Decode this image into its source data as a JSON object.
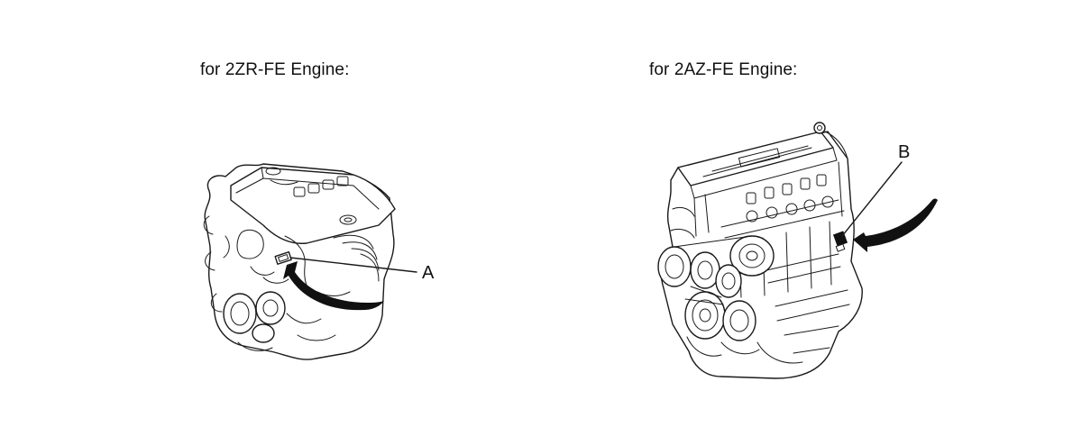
{
  "figure": {
    "left_panel": {
      "caption": "for 2ZR-FE Engine:",
      "callout_label": "A"
    },
    "right_panel": {
      "caption": "for 2AZ-FE Engine:",
      "callout_label": "B"
    }
  }
}
